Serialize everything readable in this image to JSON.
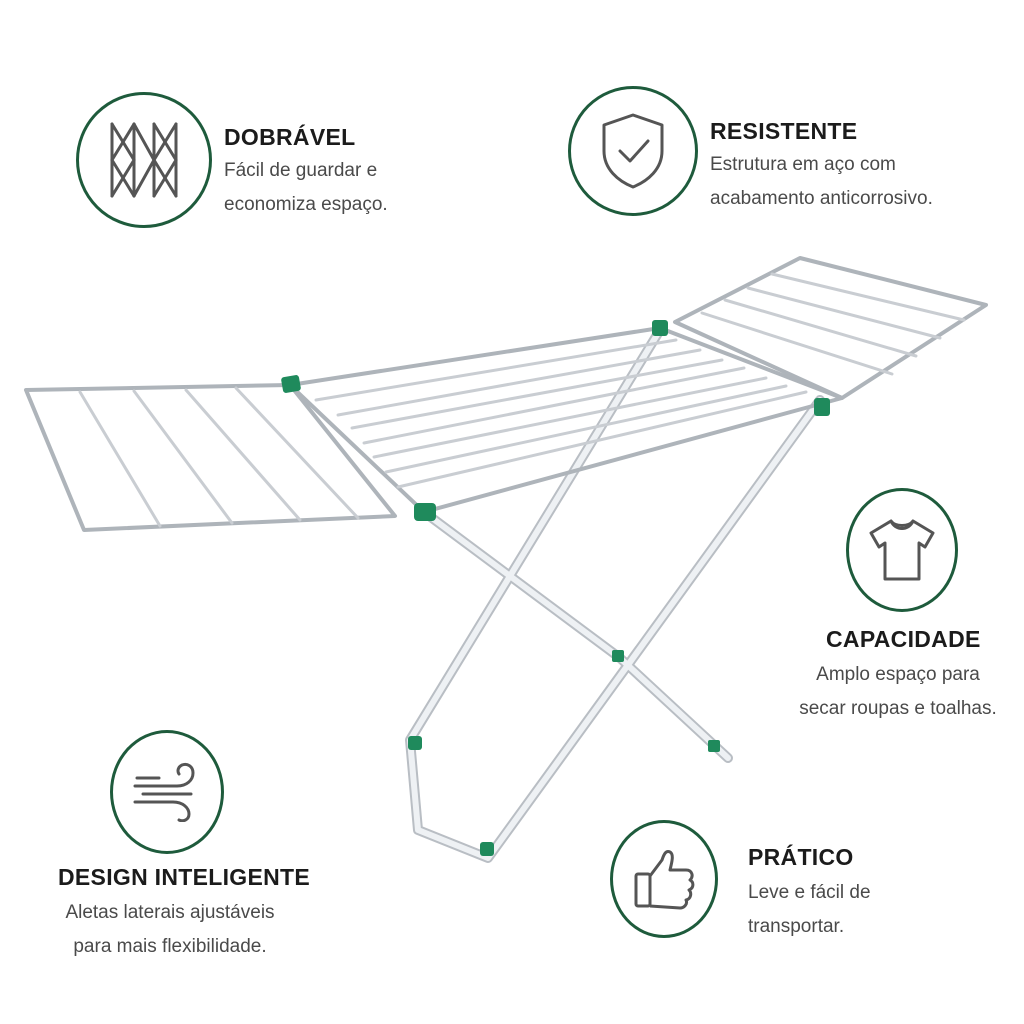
{
  "brand_color": "#1e5b3c",
  "accent_color": "#1f8a5c",
  "features": {
    "dobravel": {
      "icon": "folding-x-icon",
      "title": "DOBRÁVEL",
      "lines": [
        "Fácil de guardar e",
        "economiza espaço."
      ]
    },
    "resistente": {
      "icon": "shield-check-icon",
      "title": "RESISTENTE",
      "lines": [
        "Estrutura em aço com",
        "acabamento anticorrosivo."
      ]
    },
    "capacidade": {
      "icon": "tshirt-icon",
      "title": "CAPACIDADE",
      "lines": [
        "Amplo espaço para",
        "secar roupas e toalhas."
      ]
    },
    "design": {
      "icon": "wind-icon",
      "title": "DESIGN INTELIGENTE",
      "lines": [
        "Aletas laterais ajustáveis",
        "para mais flexibilidade."
      ]
    },
    "pratico": {
      "icon": "thumbs-up-icon",
      "title": "PRÁTICO",
      "lines": [
        "Leve e fácil de",
        "transportar."
      ]
    }
  }
}
